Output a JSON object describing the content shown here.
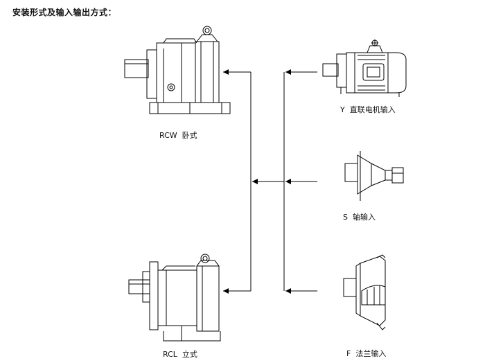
{
  "title": "安装形式及输入输出方式：",
  "outputs": [
    {
      "code": "RCW",
      "name": "卧式",
      "label": "RCW  卧式"
    },
    {
      "code": "RCL",
      "name": "立式",
      "label": "RCL  立式"
    }
  ],
  "inputs": [
    {
      "code": "Y",
      "name": "直联电机输入",
      "label": "Y  直联电机输入"
    },
    {
      "code": "S",
      "name": "轴输入",
      "label": "S  轴输入"
    },
    {
      "code": "F",
      "name": "法兰输入",
      "label": "F  法兰输入"
    }
  ],
  "colors": {
    "line": "#000000",
    "background": "#ffffff"
  }
}
